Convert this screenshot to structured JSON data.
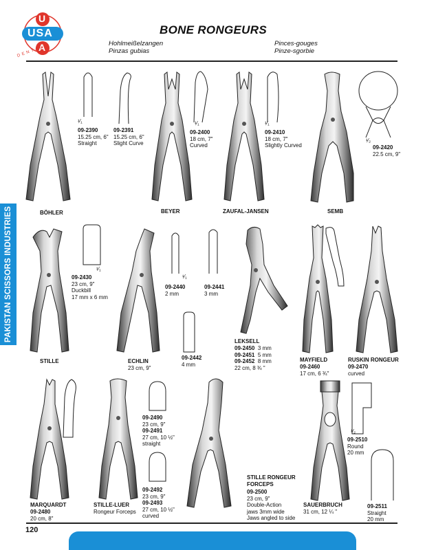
{
  "logo": {
    "top_letter": "U",
    "middle": "USA",
    "bottom_letter": "A",
    "ring_text": "DENTAL"
  },
  "header": {
    "title": "BONE RONGEURS",
    "de": "Hohlmeißelzangen",
    "es": "Pinzas gubias",
    "fr": "Pinces-gouges",
    "it": "Pinze-sgorbie"
  },
  "sidebar": "PAKISTAN SCISSORS INDUSTRIES",
  "page_number": "120",
  "row1": {
    "bohler": "BÖHLER",
    "beyer": "BEYER",
    "zaufal": "ZAUFAL-JANSEN",
    "semb": "SEMB",
    "i2390": {
      "code": "09-2390",
      "size": "15.25 cm, 6\"",
      "desc": "Straight"
    },
    "i2391": {
      "code": "09-2391",
      "size": "15.25 cm, 6\"",
      "desc": "Slight Curve"
    },
    "i2400": {
      "code": "09-2400",
      "size": "18 cm, 7\"",
      "desc": "Curved"
    },
    "i2410": {
      "code": "09-2410",
      "size": "18 cm, 7\"",
      "desc": "Slightly Curved"
    },
    "i2420": {
      "code": "09-2420",
      "size": "22.5 cm, 9\""
    },
    "scale": "¹⁄₁",
    "scale_half": "¹⁄₂"
  },
  "row2": {
    "stille": "STILLE",
    "echlin": "ECHLIN",
    "echlin_size": "23 cm, 9\"",
    "i2430": {
      "code": "09-2430",
      "size": "23 cm, 9\"",
      "desc1": "Duckbill",
      "desc2": "17 mm x 6 mm"
    },
    "i2440": {
      "code": "09-2440",
      "size": "2 mm"
    },
    "i2441": {
      "code": "09-2441",
      "size": "3 mm"
    },
    "i2442": {
      "code": "09-2442",
      "size": "4 mm"
    },
    "leksell": "LEKSELL",
    "leksell_rows": [
      {
        "code": "09-2450",
        "size": "3 mm"
      },
      {
        "code": "09-2451",
        "size": "5 mm"
      },
      {
        "code": "09-2452",
        "size": "8 mm"
      }
    ],
    "leksell_size": "22 cm, 8 ¾ \"",
    "mayfield": "MAYFIELD",
    "i2460": {
      "code": "09-2460",
      "size": "17 cm, 6 ¾\""
    },
    "ruskin": "RUSKIN RONGEUR",
    "i2470": {
      "code": "09-2470",
      "desc": "curved"
    }
  },
  "row3": {
    "marquardt": "MARQUARDT",
    "i2480": {
      "code": "09-2480",
      "size": "20 cm, 8\""
    },
    "stille_luer": "STILLE-LUER",
    "stille_luer_desc": "Rongeur Forceps",
    "i2490": {
      "code": "09-2490",
      "size": "23 cm, 9\""
    },
    "i2491": {
      "code": "09-2491",
      "size": "27 cm, 10 ½\"",
      "desc": "straight"
    },
    "i2492": {
      "code": "09-2492",
      "size": "23 cm, 9\""
    },
    "i2493": {
      "code": "09-2493",
      "size": "27 cm, 10 ½\"",
      "desc": "curved"
    },
    "stille_rongeur": "STILLE RONGEUR",
    "forceps": "FORCEPS",
    "i2500": {
      "code": "09-2500",
      "size": "23 cm, 9\"",
      "d1": "Double-Action",
      "d2": "jaws 3mm wide",
      "d3": "Jaws angled to side"
    },
    "sauerbruch": "SAUERBRUCH",
    "sauerbruch_size": "31 cm, 12 ¼ \"",
    "i2510": {
      "code": "09-2510",
      "d1": "Round",
      "d2": "20 mm"
    },
    "i2511": {
      "code": "09-2511",
      "d1": "Straight",
      "d2": "20 mm"
    }
  }
}
